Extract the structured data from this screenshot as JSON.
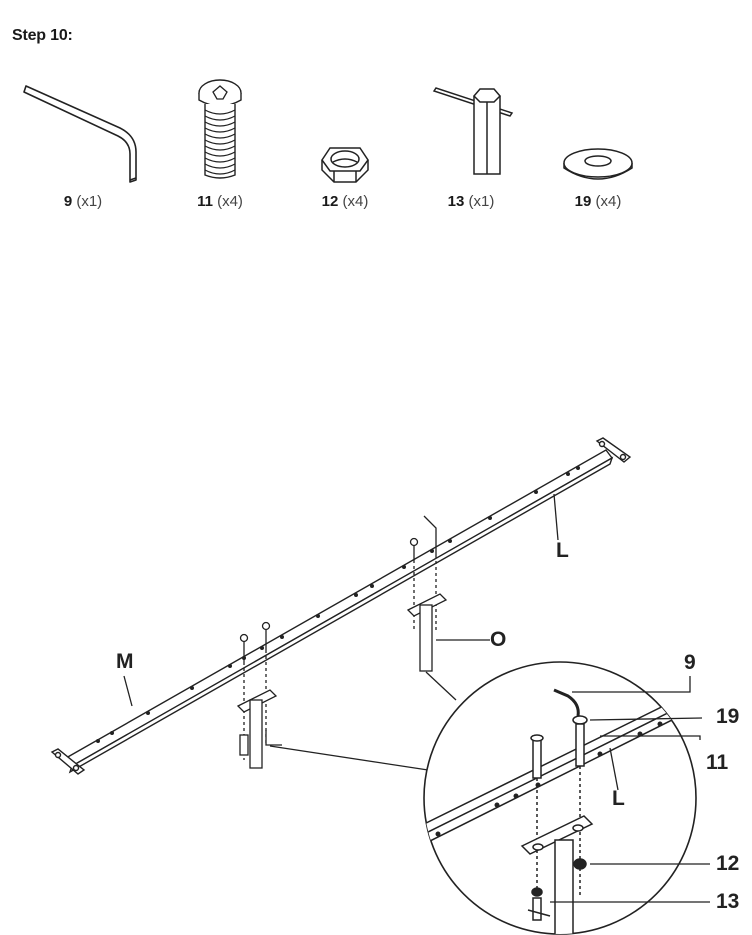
{
  "step": {
    "title": "Step 10:"
  },
  "parts": [
    {
      "id": "9",
      "qty": "(x1)",
      "icon": "allen-key-icon"
    },
    {
      "id": "11",
      "qty": "(x4)",
      "icon": "bolt-icon"
    },
    {
      "id": "12",
      "qty": "(x4)",
      "icon": "hex-nut-icon"
    },
    {
      "id": "13",
      "qty": "(x1)",
      "icon": "socket-wrench-icon"
    },
    {
      "id": "19",
      "qty": "(x4)",
      "icon": "washer-icon"
    }
  ],
  "callouts": {
    "M": "M",
    "L": "L",
    "O": "O",
    "detail_9": "9",
    "detail_19": "19",
    "detail_11": "11",
    "detail_L": "L",
    "detail_12": "12",
    "detail_13": "13"
  }
}
